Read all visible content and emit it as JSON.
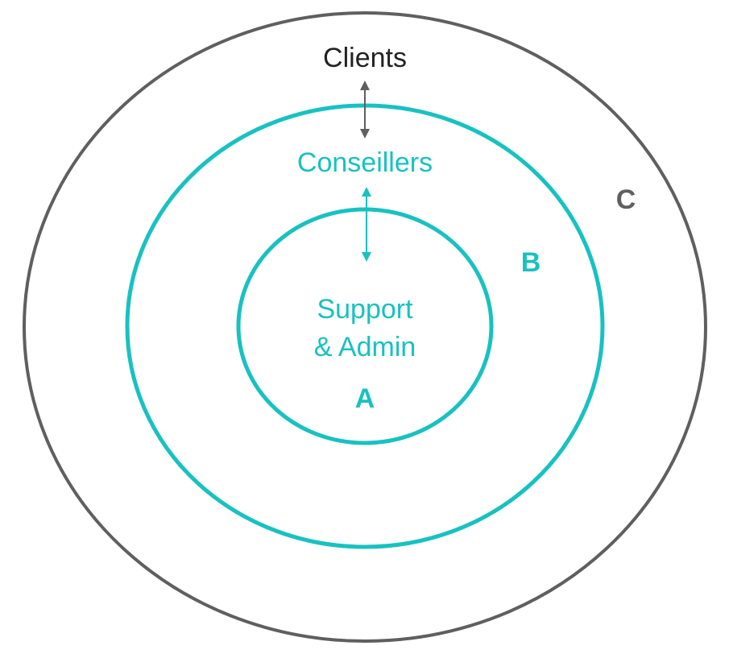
{
  "colors": {
    "outer": "#5f5f5f",
    "inner": "#19c1c1",
    "text_dark": "#222222",
    "background": "#ffffff"
  },
  "rings": {
    "outer": {
      "name": "Clients",
      "letter": "C"
    },
    "middle": {
      "name": "Conseillers",
      "letter": "B"
    },
    "inner": {
      "name_line1": "Support",
      "name_line2": "& Admin",
      "letter": "A"
    }
  }
}
